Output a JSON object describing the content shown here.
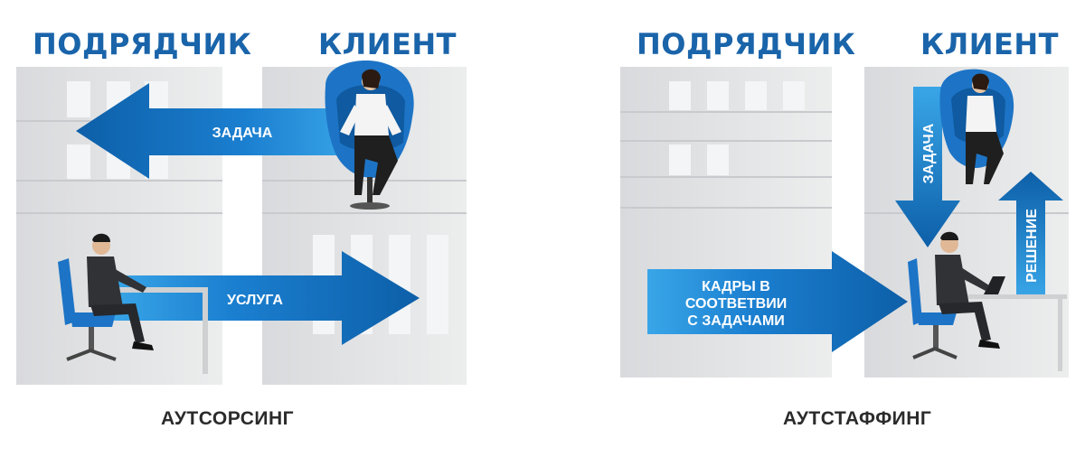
{
  "left_panel": {
    "contractor_label": "ПОДРЯДЧИК",
    "client_label": "КЛИЕНТ",
    "arrow_task": "ЗАДАЧА",
    "arrow_service": "УСЛУГА",
    "caption": "АУТСОРСИНГ"
  },
  "right_panel": {
    "contractor_label": "ПОДРЯДЧИК",
    "client_label": "КЛИЕНТ",
    "arrow_staff_line1": "КАДРЫ В",
    "arrow_staff_line2": "СООТВЕТВИИ",
    "arrow_staff_line3": "С ЗАДАЧАМИ",
    "arrow_task": "ЗАДАЧА",
    "arrow_solution": "РЕШЕНИЕ",
    "caption": "АУТСТАФФИНГ"
  },
  "colors": {
    "brand_blue": "#1a64aa",
    "arrow_blue": "#1873c2",
    "building_gray": "#e3e4e6",
    "window_light": "#f4f5f6"
  },
  "icons": [
    "client-woman-armchair-icon",
    "worker-man-desk-icon"
  ]
}
